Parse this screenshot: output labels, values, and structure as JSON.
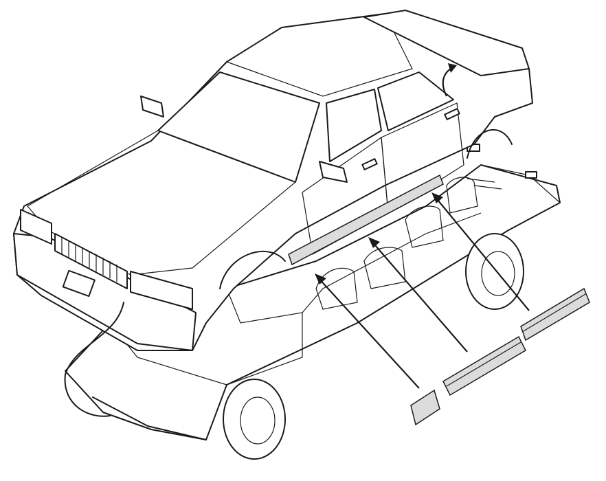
{
  "colors": {
    "line": "#1a1a1a",
    "background": "#ffffff",
    "trim_fill": "#dcdcdc"
  },
  "illustration": {
    "subject": "car-exploded-view",
    "trim_pieces": 4,
    "arrows": 4
  }
}
